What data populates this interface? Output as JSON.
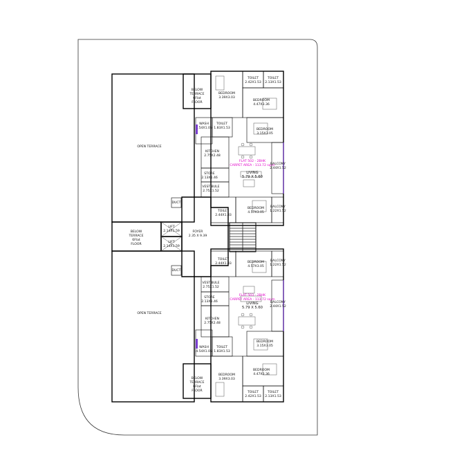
{
  "terraces": {
    "open_upper": "OPEN TERRACE",
    "open_lower": "OPEN TERRACE",
    "below_top": [
      "BELOW",
      "TERRACE",
      "6Flat",
      "FLOOR"
    ],
    "below_mid": [
      "BELOW",
      "TERRACE",
      "6Flat",
      "FLOOR"
    ],
    "below_bottom": [
      "BELOW",
      "TERRACE",
      "6Flat",
      "FLOOR"
    ]
  },
  "core": {
    "lift1_name": "LIFT",
    "lift1_size": "2.14X1.59",
    "lift2_name": "LIFT",
    "lift2_size": "2.14X1.59",
    "foyer_name": "FOYER",
    "foyer_size": "2.35 X 9.39",
    "duct_top": "DUCT",
    "duct_bottom": "DUCT"
  },
  "flat_top": {
    "title": "FLAT 502 - 2BHK",
    "carpet": "CARPET AREA - 113.72 sq.m",
    "rooms": {
      "bed1": [
        "BEDROOM",
        "3.39X3.03"
      ],
      "bed2": [
        "BEDROOM",
        "4.47X3.36"
      ],
      "bed3": [
        "BEDROOM",
        "3.15X3.05"
      ],
      "bed4": [
        "BEDROOM",
        "4.57X3.05"
      ],
      "toilet1": [
        "TOILET",
        "2.42X1.53"
      ],
      "toilet2": [
        "TOILET",
        "2.13X1.53"
      ],
      "toilet3": [
        "TOILET",
        "1.83X1.53"
      ],
      "toilet4": [
        "TOILET",
        "2.44X1.83"
      ],
      "wash": [
        "WASH",
        "4.54X1.05"
      ],
      "kitchen": [
        "KITCHEN",
        "2.75X2.48"
      ],
      "store": [
        "STORE",
        "2.13X1.46"
      ],
      "vestibule": [
        "VESTIBULE",
        "2.75X1.52"
      ],
      "living": [
        "LIVING",
        "5.79 X 5.60"
      ]
    }
  },
  "flat_bottom": {
    "title": "FLAT 503 - 2BHK",
    "carpet": "CARPET AREA - 113.72 sq.m",
    "rooms": {
      "bed1": [
        "BEDROOM",
        "3.39X3.03"
      ],
      "bed2": [
        "BEDROOM",
        "4.47X3.36"
      ],
      "bed3": [
        "BEDROOM",
        "3.15X3.05"
      ],
      "bed4": [
        "BEDROOM",
        "4.57X3.05"
      ],
      "toilet1": [
        "TOILET",
        "2.42X1.53"
      ],
      "toilet2": [
        "TOILET",
        "2.13X1.53"
      ],
      "toilet3": [
        "TOILET",
        "1.83X1.53"
      ],
      "toilet4": [
        "TOILET",
        "2.44X1.83"
      ],
      "wash": [
        "WASH",
        "4.54X1.05"
      ],
      "kitchen": [
        "KITCHEN",
        "2.75X2.48"
      ],
      "store": [
        "STORE",
        "2.13X1.46"
      ],
      "vestibule": [
        "VESTIBULE",
        "2.75X1.52"
      ],
      "living": [
        "LIVING",
        "5.79 X 5.60"
      ]
    }
  },
  "balconies": {
    "top_upper": [
      "BALCONY",
      "2.44X1.52"
    ],
    "top_lower": [
      "BALCONY",
      "1.22X1.52"
    ],
    "bottom_upper": [
      "BALCONY",
      "1.22X1.52"
    ],
    "bottom_lower": [
      "BALCONY",
      "2.44X1.52"
    ]
  },
  "colors": {
    "ink": "#000000",
    "accent": "#e000c8",
    "window": "#7a3fd0"
  }
}
